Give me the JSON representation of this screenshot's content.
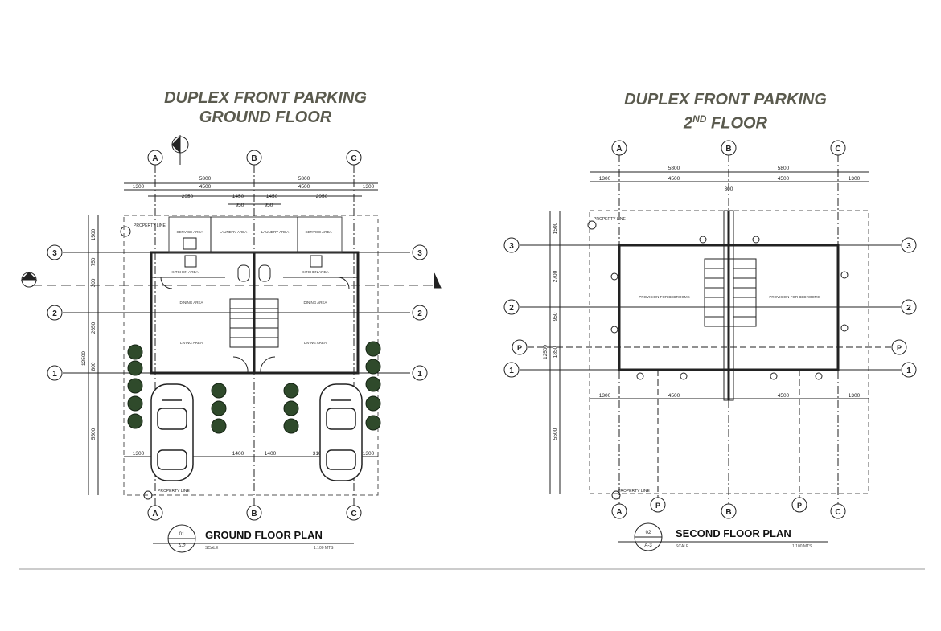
{
  "left": {
    "title_line1": "DUPLEX FRONT PARKING",
    "title_line2": "GROUND FLOOR",
    "plan_title": "GROUND FLOOR PLAN",
    "sheet_num": "01",
    "sheet_ref": "A-2",
    "scale_label": "SCALE",
    "scale_value": "1:100 MTS",
    "grid_cols": [
      "A",
      "B",
      "C"
    ],
    "grid_rows": [
      "3",
      "2",
      "1"
    ],
    "dims_top_total": [
      "5800",
      "5800"
    ],
    "dims_top_mid": [
      "1300",
      "4500",
      "4500",
      "1300"
    ],
    "dims_top_inner": [
      "2950",
      "1450",
      "1450",
      "2950"
    ],
    "dims_top_small": [
      "950",
      "950"
    ],
    "dims_left": [
      "1500",
      "750",
      "300",
      "2650",
      "800",
      "5500"
    ],
    "dim_overall": "12500",
    "dims_bottom": [
      "1300",
      "1400",
      "1400",
      "3100",
      "1300"
    ],
    "property_line": "PROPERTY LINE",
    "rooms": [
      "SERVICE AREA",
      "LAUNDRY AREA",
      "LAUNDRY AREA",
      "SERVICE AREA",
      "KITCHEN AREA",
      "KITCHEN AREA",
      "DINING AREA",
      "DINING AREA",
      "LIVING AREA",
      "LIVING AREA"
    ]
  },
  "right": {
    "title_line1": "DUPLEX FRONT PARKING",
    "title_line2_num": "2",
    "title_line2_sup": "ND",
    "title_line2_rest": " FLOOR",
    "plan_title": "SECOND FLOOR PLAN",
    "sheet_num": "02",
    "sheet_ref": "A-3",
    "scale_label": "SCALE",
    "scale_value": "1:100 MTS",
    "grid_cols": [
      "A",
      "B",
      "C"
    ],
    "grid_rows": [
      "3",
      "2",
      "1"
    ],
    "p_marks": [
      "P",
      "P",
      "P",
      "P"
    ],
    "dims_top_total": [
      "5800",
      "5800"
    ],
    "dims_top_mid": [
      "1300",
      "4500",
      "4500",
      "1300"
    ],
    "dims_top_small": [
      "300"
    ],
    "dims_left": [
      "1500",
      "2700",
      "950",
      "1850",
      "5500"
    ],
    "dim_overall": "12500",
    "dims_bottom": [
      "1300",
      "4500",
      "4500",
      "1300"
    ],
    "property_line": "PROPERTY LINE",
    "rooms": [
      "PROVISION FOR BEDROOMS",
      "PROVISION FOR BEDROOMS"
    ]
  },
  "colors": {
    "heading": "#5a5a4e",
    "line": "#222222",
    "tree": "#2f4a2b"
  }
}
